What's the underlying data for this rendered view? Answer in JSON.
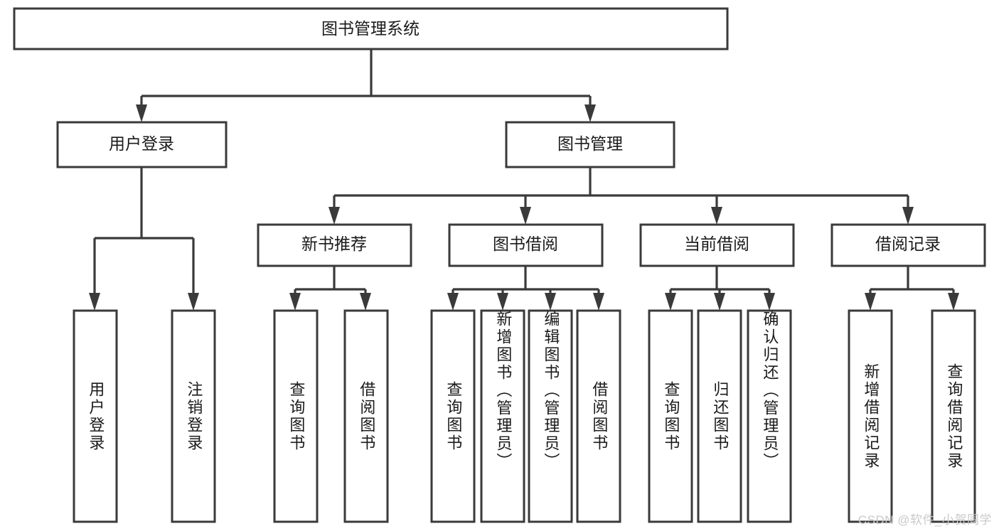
{
  "diagram": {
    "type": "tree-hierarchy",
    "title": "图书管理系统",
    "watermark": "CSDN @软件_小贺同学",
    "colors": {
      "stroke": "#3a3a3a",
      "box_fill": "#ffffff",
      "text": "#1a1a1a",
      "background": "#ffffff",
      "watermark": "#c9c9c9"
    },
    "levels": {
      "root": {
        "label": "图书管理系统"
      },
      "level2": [
        {
          "label": "用户登录"
        },
        {
          "label": "图书管理"
        }
      ],
      "level3": [
        {
          "label": "新书推荐"
        },
        {
          "label": "图书借阅"
        },
        {
          "label": "当前借阅"
        },
        {
          "label": "借阅记录"
        }
      ],
      "leaves": {
        "user_login": [
          {
            "label": "用户登录"
          },
          {
            "label": "注销登录"
          }
        ],
        "new_book_recommend": [
          {
            "label": "查询图书"
          },
          {
            "label": "借阅图书"
          }
        ],
        "book_borrow": [
          {
            "label": "查询图书"
          },
          {
            "label": "新增图书（管理员）"
          },
          {
            "label": "编辑图书（管理员）"
          },
          {
            "label": "借阅图书"
          }
        ],
        "current_borrow": [
          {
            "label": "查询图书"
          },
          {
            "label": "归还图书"
          },
          {
            "label": "确认归还（管理员）"
          }
        ],
        "borrow_record": [
          {
            "label": "新增借阅记录"
          },
          {
            "label": "查询借阅记录"
          }
        ]
      }
    }
  }
}
